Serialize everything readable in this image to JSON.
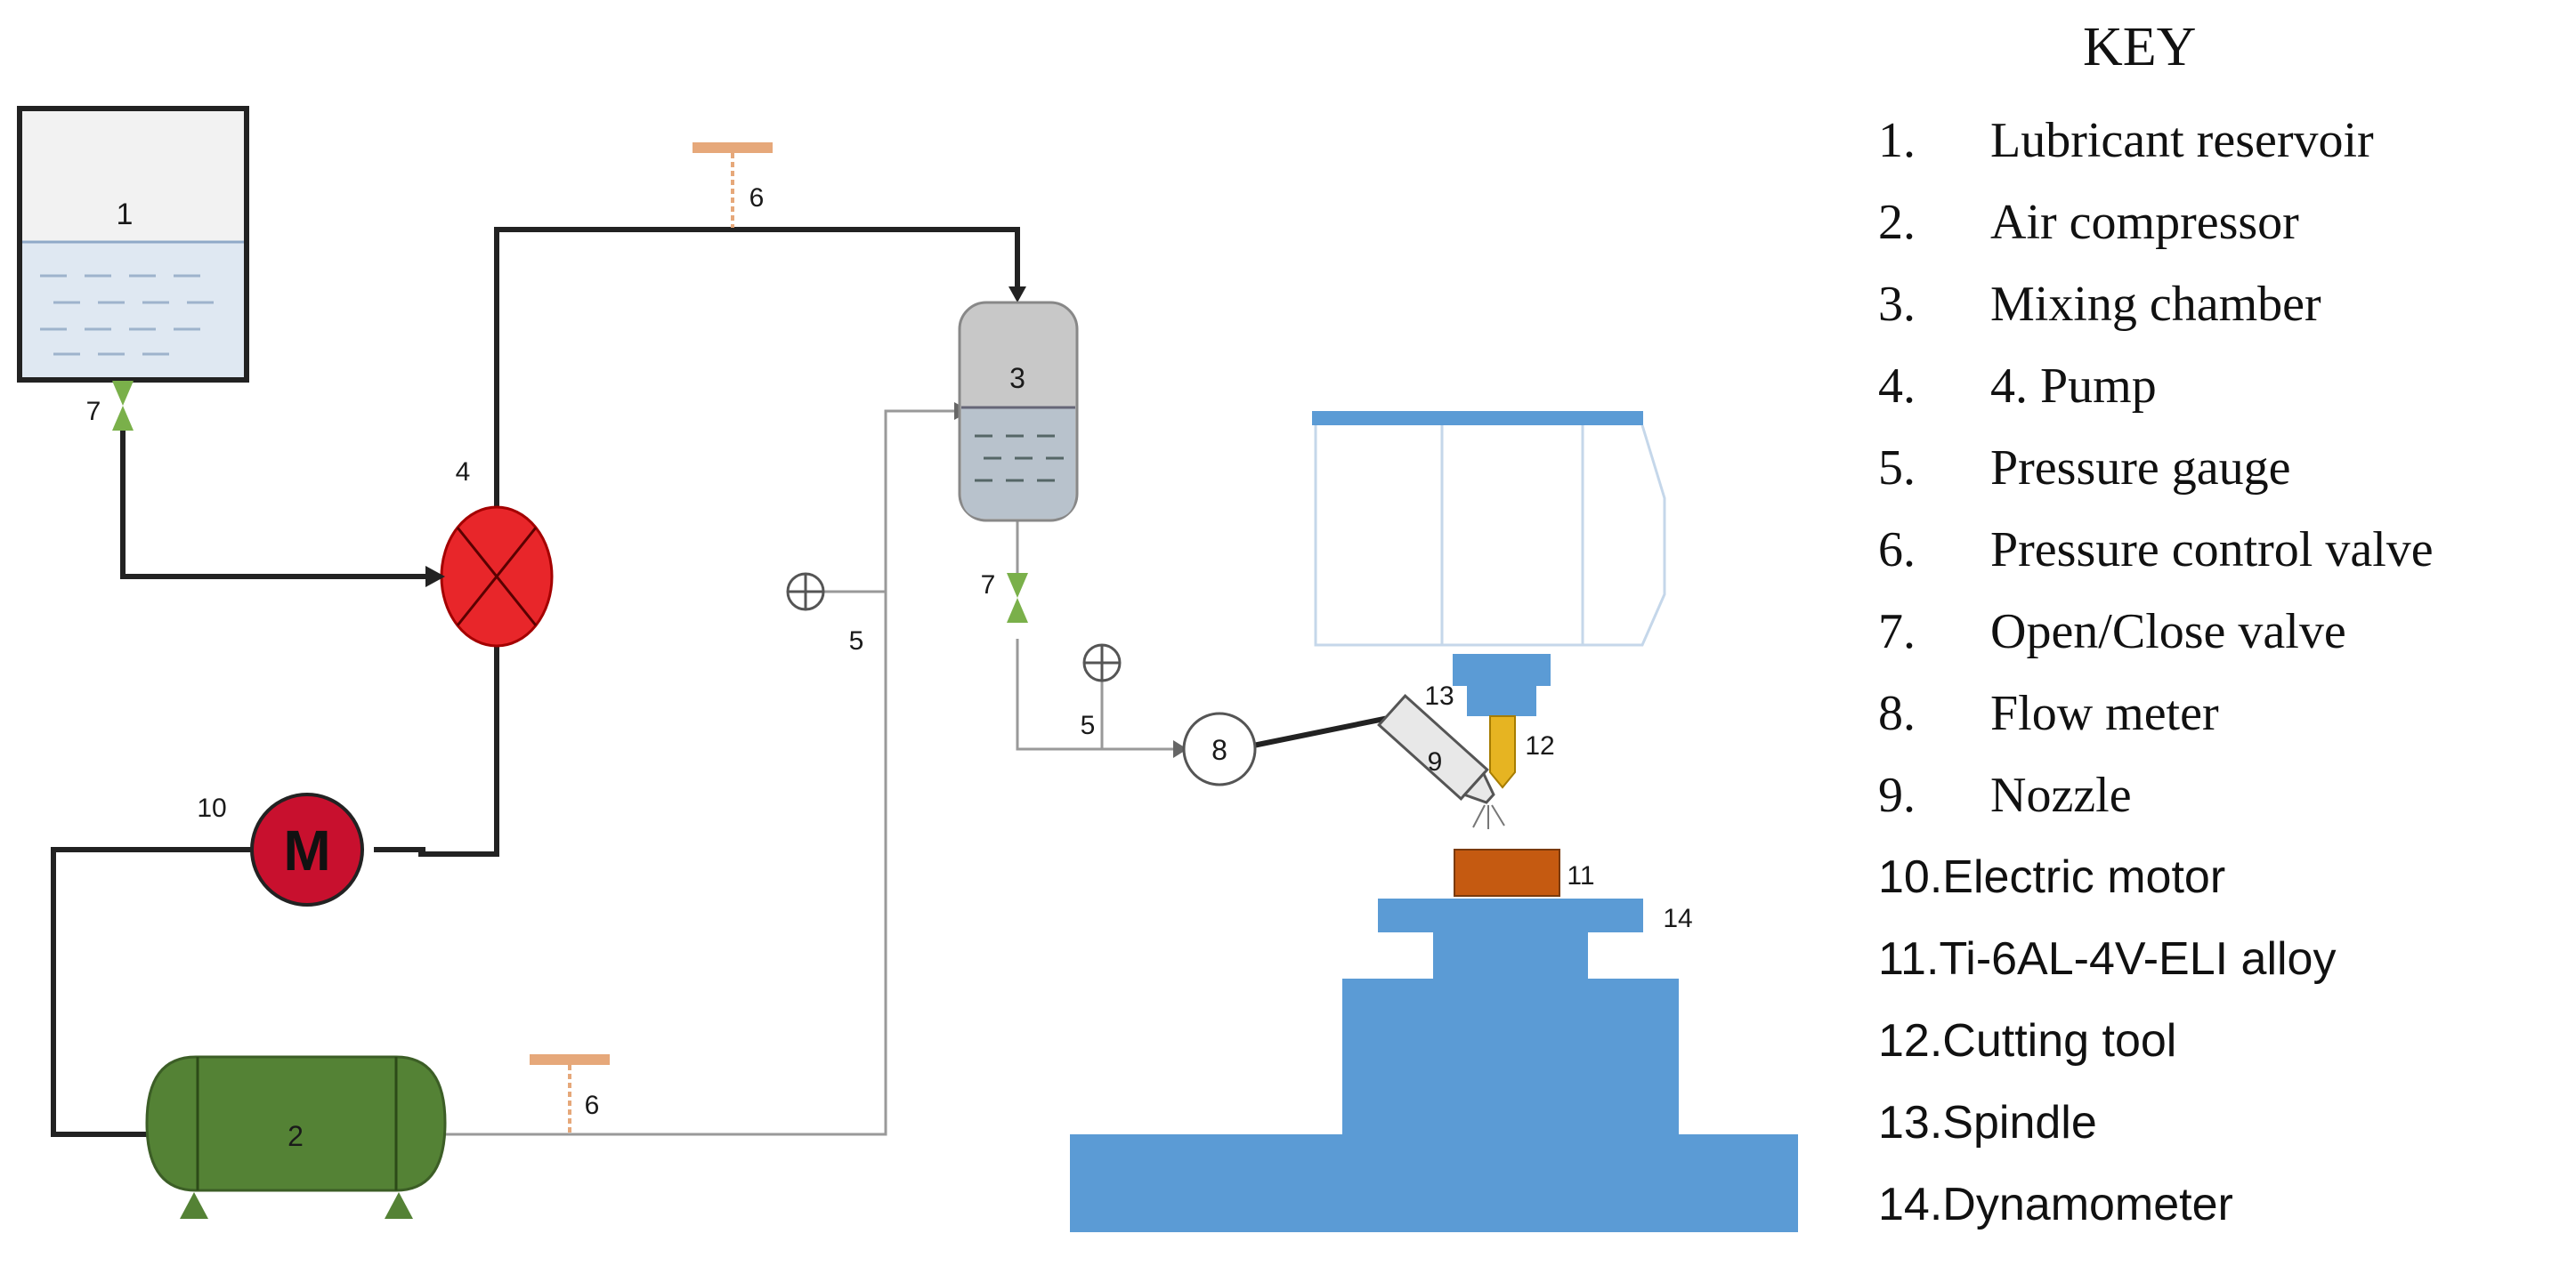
{
  "key": {
    "title": "KEY",
    "items": [
      {
        "num": "1.",
        "label": "Lubricant reservoir"
      },
      {
        "num": "2.",
        "label": "Air compressor"
      },
      {
        "num": "3.",
        "label": "Mixing chamber"
      },
      {
        "num": "4.",
        "label": "4. Pump"
      },
      {
        "num": "5.",
        "label": "Pressure gauge"
      },
      {
        "num": "6.",
        "label": "Pressure control valve"
      },
      {
        "num": "7.",
        "label": "Open/Close valve"
      },
      {
        "num": "8.",
        "label": "Flow meter"
      },
      {
        "num": "9.",
        "label": "Nozzle"
      },
      {
        "num": "10.",
        "label": "Electric motor"
      },
      {
        "num": "11.",
        "label": "Ti-6AL-4V-ELI alloy"
      },
      {
        "num": "12.",
        "label": "Cutting tool"
      },
      {
        "num": "13.",
        "label": "Spindle"
      },
      {
        "num": "14.",
        "label": "Dynamometer"
      }
    ]
  },
  "diagram": {
    "labels": {
      "reservoir": "1",
      "compressor": "2",
      "mixing_chamber": "3",
      "pump": "4",
      "gauge_left": "5",
      "gauge_right": "5",
      "valve_top": "6",
      "valve_bottom": "6",
      "open_valve_left": "7",
      "open_valve_right": "7",
      "flow_meter": "8",
      "nozzle": "9",
      "motor": "10",
      "workpiece": "11",
      "cutting_tool": "12",
      "spindle": "13",
      "dynamometer": "14",
      "motor_symbol": "M"
    },
    "colors": {
      "pipe": "#222222",
      "thin_pipe": "#888888",
      "valve_green": "#7ab04a",
      "control_valve": "#e6a87a",
      "pump_red": "#e8262a",
      "motor_red": "#c8102e",
      "compressor_green": "#548235",
      "machine_blue": "#5b9bd5",
      "workpiece_orange": "#c55a11",
      "tool_gold": "#e6b422",
      "chamber_gray": "#c8c8c8"
    }
  }
}
